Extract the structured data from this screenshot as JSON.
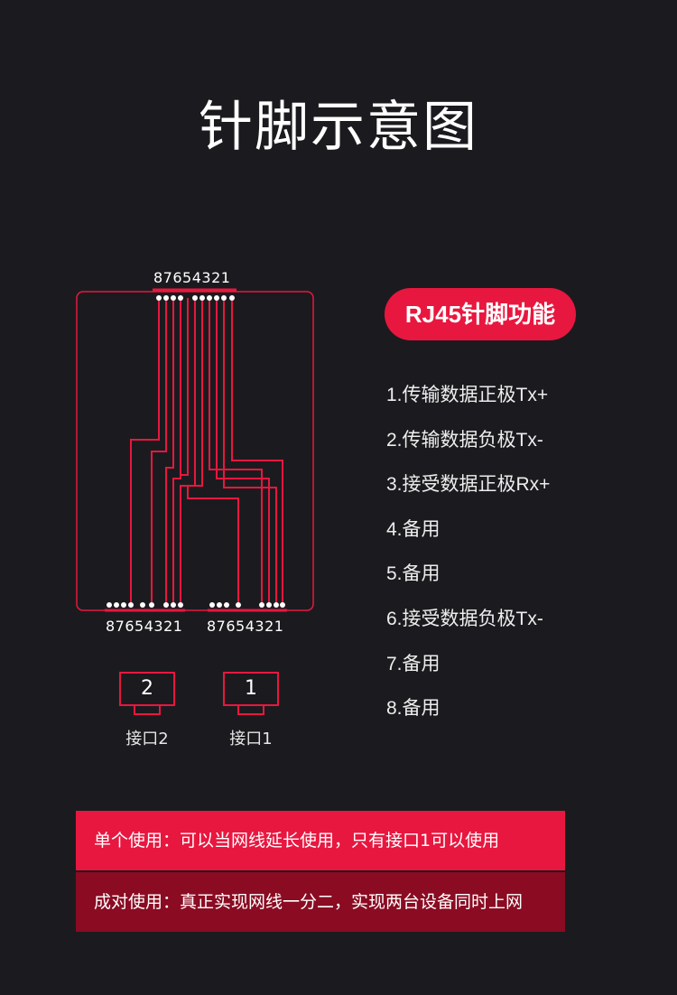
{
  "title": "针脚示意图",
  "diagram": {
    "top_pin_label": "87654321",
    "bottom_left_pin_label": "87654321",
    "bottom_right_pin_label": "87654321",
    "port_left": {
      "number": "2",
      "name": "接口2"
    },
    "port_right": {
      "number": "1",
      "name": "接口1"
    },
    "line_color": "#e8173f"
  },
  "functions": {
    "badge": "RJ45针脚功能",
    "items": [
      "1.传输数据正极Tx+",
      "2.传输数据负极Tx-",
      "3.接受数据正极Rx+",
      "4.备用",
      "5.备用",
      "6.接受数据负极Tx-",
      "7.备用",
      "8.备用"
    ]
  },
  "banners": {
    "single_use": "单个使用：可以当网线延长使用，只有接口1可以使用",
    "pair_use": "成对使用：真正实现网线一分二，实现两台设备同时上网"
  },
  "colors": {
    "accent": "#e8173f",
    "accent_dark": "#8a0b22",
    "background": "#1b1b1f"
  }
}
